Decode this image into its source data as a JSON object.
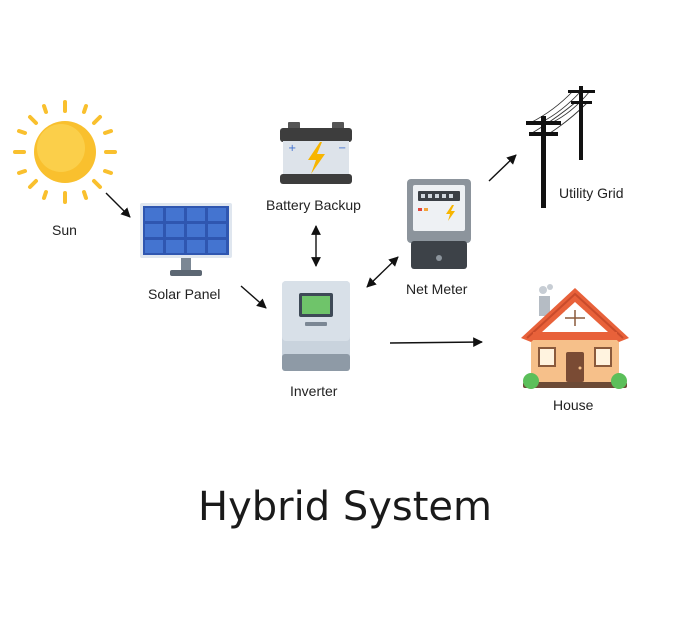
{
  "title": "Hybrid System",
  "nodes": {
    "sun": {
      "label": "Sun",
      "icon": "sun-icon"
    },
    "solar_panel": {
      "label": "Solar Panel",
      "icon": "solar-panel-icon"
    },
    "battery": {
      "label": "Battery Backup",
      "icon": "battery-icon"
    },
    "inverter": {
      "label": "Inverter",
      "icon": "inverter-icon"
    },
    "net_meter": {
      "label": "Net Meter",
      "icon": "meter-icon"
    },
    "utility_grid": {
      "label": "Utility Grid",
      "icon": "power-pole-icon"
    },
    "house": {
      "label": "House",
      "icon": "house-icon"
    }
  },
  "edges": [
    {
      "from": "Sun",
      "to": "Solar Panel",
      "direction": "one-way"
    },
    {
      "from": "Solar Panel",
      "to": "Inverter",
      "direction": "one-way"
    },
    {
      "from": "Battery Backup",
      "to": "Inverter",
      "direction": "two-way"
    },
    {
      "from": "Inverter",
      "to": "Net Meter",
      "direction": "two-way"
    },
    {
      "from": "Net Meter",
      "to": "Utility Grid",
      "direction": "one-way"
    },
    {
      "from": "Inverter",
      "to": "House",
      "direction": "one-way"
    }
  ],
  "colors": {
    "sun": "#f9c02e",
    "panel": "#2f56b0",
    "battery": "#3d3d3d",
    "bolt": "#f7b500",
    "inverter": "#c9d3dd",
    "roof": "#e8613a",
    "wall": "#f6c08a",
    "arrow": "#111111"
  }
}
